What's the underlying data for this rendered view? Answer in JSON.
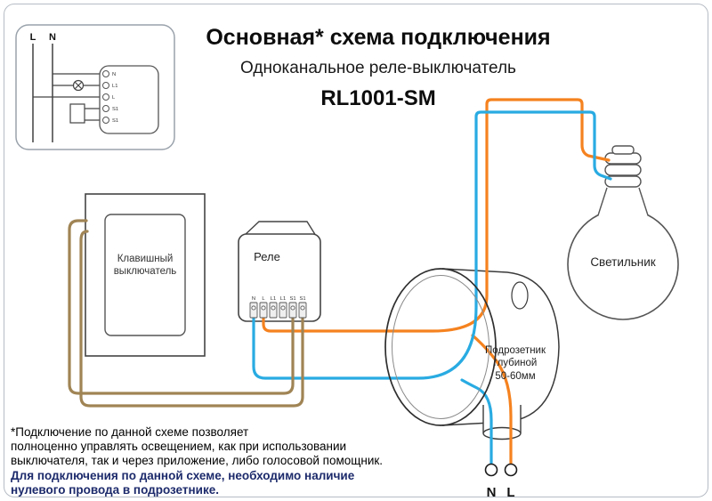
{
  "header": {
    "title": "Основная* схема подключения",
    "subtitle": "Одноканальное реле-выключатель",
    "model": "RL1001-SM"
  },
  "inset": {
    "line_labels": [
      "L",
      "N"
    ],
    "terminals": [
      "N",
      "L1",
      "L",
      "S1",
      "S1"
    ]
  },
  "components": {
    "switch": {
      "label": "Клавишный\nвыключатель"
    },
    "relay": {
      "label": "Реле",
      "terminals": [
        "N",
        "L",
        "L1",
        "L1",
        "S1",
        "S1"
      ]
    },
    "mounting_box": {
      "label": "Подрозетник\nглубиной\n50-60мм"
    },
    "bulb": {
      "label": "Светильник"
    },
    "mains": {
      "neutral_label": "N",
      "live_label": "L"
    }
  },
  "footnote": {
    "text": "*Подключение по данной схеме позволяет\nполноценно управлять освещением, как при использовании\nвыключателя, так и через приложение, либо голосовой помощник.",
    "bold_text": "Для подключения по данной схеме, необходимо наличие\nнулевого провода в подрозетнике."
  },
  "colors": {
    "live_wire": "#F5821F",
    "neutral_wire": "#29ABE2",
    "switch_wire": "#A08454"
  }
}
